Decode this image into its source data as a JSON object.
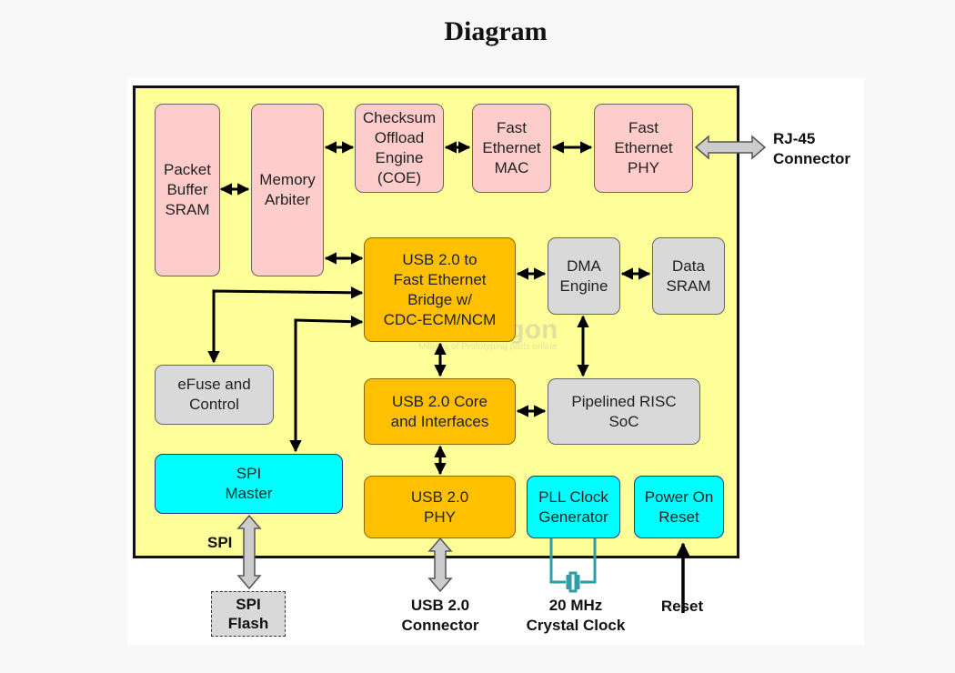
{
  "title": "Diagram",
  "blocks": {
    "packet_buffer": [
      "Packet",
      "Buffer",
      "SRAM"
    ],
    "memory_arbiter": [
      "Memory",
      "Arbiter"
    ],
    "checksum": [
      "Checksum",
      "Offload",
      "Engine",
      "(COE)"
    ],
    "fe_mac": [
      "Fast",
      "Ethernet",
      "MAC"
    ],
    "fe_phy": [
      "Fast",
      "Ethernet",
      "PHY"
    ],
    "usb_bridge": [
      "USB 2.0 to",
      "Fast Ethernet",
      "Bridge w/",
      "CDC-ECM/NCM"
    ],
    "dma": [
      "DMA",
      "Engine"
    ],
    "data_sram": [
      "Data",
      "SRAM"
    ],
    "efuse": [
      "eFuse and",
      "Control"
    ],
    "usb_core": [
      "USB 2.0 Core",
      "and Interfaces"
    ],
    "risc": [
      "Pipelined RISC",
      "SoC"
    ],
    "spi_master": [
      "SPI",
      "Master"
    ],
    "usb_phy": [
      "USB 2.0",
      "PHY"
    ],
    "pll": [
      "PLL Clock",
      "Generator"
    ],
    "por": [
      "Power On",
      "Reset"
    ]
  },
  "external": {
    "rj45": [
      "RJ-45",
      "Connector"
    ],
    "spi": "SPI",
    "spi_flash": [
      "SPI",
      "Flash"
    ],
    "usb_connector": [
      "USB 2.0",
      "Connector"
    ],
    "crystal": [
      "20 MHz",
      "Crystal Clock"
    ],
    "reset": "Reset"
  },
  "watermark": {
    "brand": "Electrodragon",
    "tagline": "Millions of Prototyping parts online"
  },
  "colors": {
    "chip_bg": "#ffff99",
    "pink": "#ffcccc",
    "orange": "#ffc000",
    "gray": "#d9d9d9",
    "cyan": "#00ffff",
    "crystal_wire": "#2e9ea8"
  }
}
